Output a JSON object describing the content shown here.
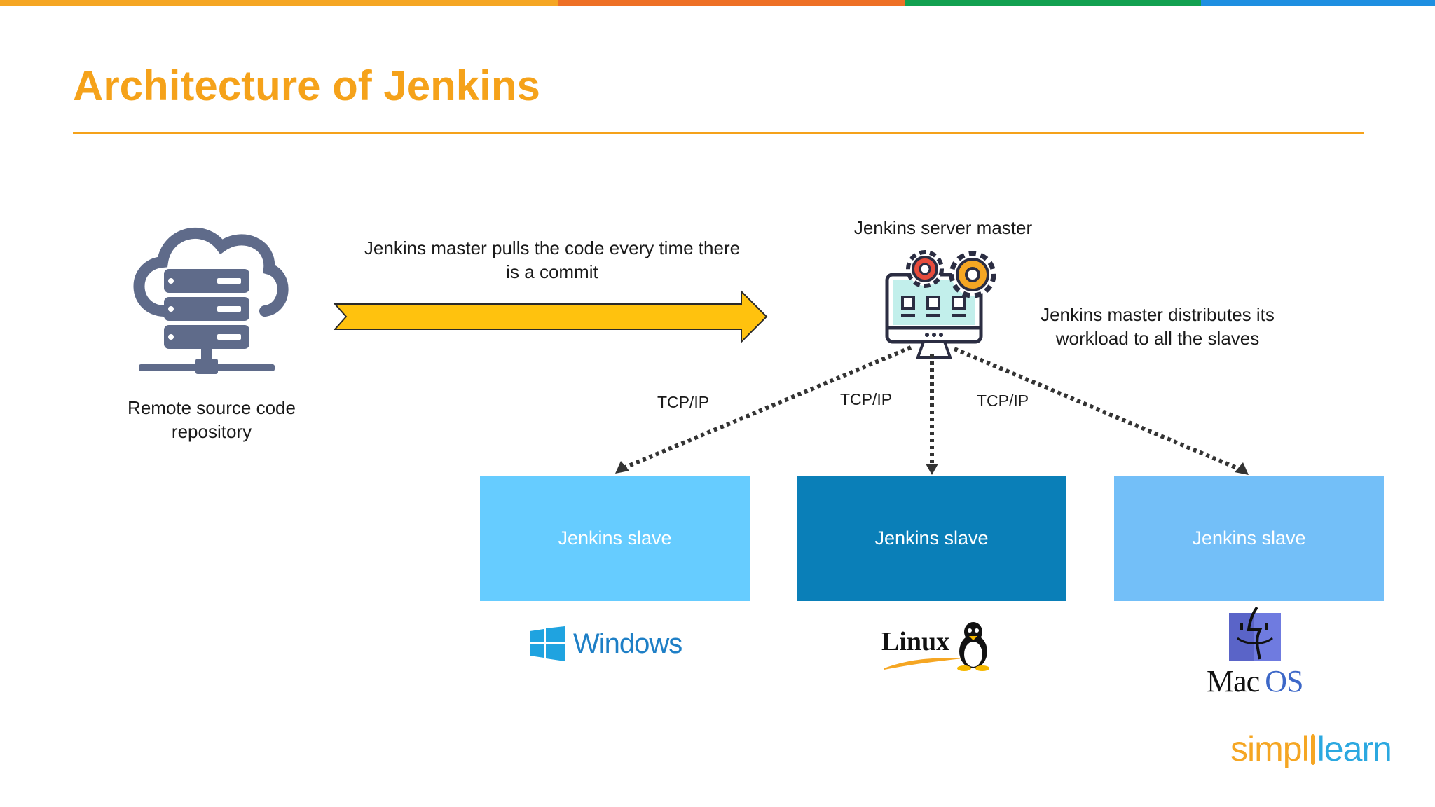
{
  "colors": {
    "accent": "#F5A21A",
    "topbar": [
      "#F5A623",
      "#EE7026",
      "#12A150",
      "#1E8FE1"
    ],
    "arrow_fill": "#FFC20E",
    "icon_gray": "#5F6B8A",
    "slave_windows": "#66CCFF",
    "slave_linux": "#0A7FB8",
    "slave_mac": "#73BFF8"
  },
  "title": "Architecture of Jenkins",
  "repository": {
    "label_line1": "Remote source code",
    "label_line2": "repository",
    "icon": "cloud-server-icon"
  },
  "pull_note": {
    "line1": "Jenkins master pulls the code every time there",
    "line2": "is a commit"
  },
  "master": {
    "label": "Jenkins server master",
    "icon": "monitor-gears-icon"
  },
  "distribute_note": {
    "line1": "Jenkins master distributes its",
    "line2": "workload to all the slaves"
  },
  "connections": [
    {
      "protocol": "TCP/IP"
    },
    {
      "protocol": "TCP/IP"
    },
    {
      "protocol": "TCP/IP"
    }
  ],
  "slaves": [
    {
      "label": "Jenkins slave",
      "os": "Windows"
    },
    {
      "label": "Jenkins slave",
      "os": "Linux"
    },
    {
      "label": "Jenkins slave",
      "os_line1": "Mac",
      "os_line2": "OS"
    }
  ],
  "brand": {
    "part1": "simpl",
    "part2": "learn"
  }
}
